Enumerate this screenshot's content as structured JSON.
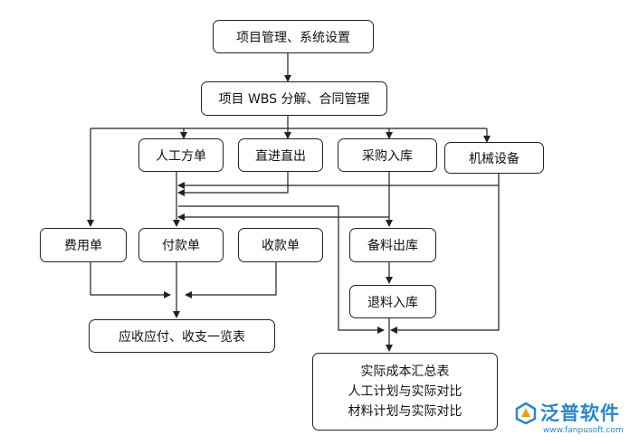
{
  "nodes": {
    "project_mgmt": "项目管理、系统设置",
    "wbs": "项目 WBS 分解、合同管理",
    "labor": "人工方单",
    "direct": "直进直出",
    "purchase": "采购入库",
    "machine": "机械设备",
    "expense": "费用单",
    "payment": "付款单",
    "receipt": "收款单",
    "stock_out": "备料出库",
    "return_in": "退料入库",
    "summary_table": "应收应付、收支一览表",
    "cost_summary": {
      "line1": "实际成本汇总表",
      "line2": "人工计划与实际对比",
      "line3": "材料计划与实际对比"
    }
  },
  "watermark": {
    "brand": "泛普软件",
    "url": "www.fanpusoft.com",
    "color": "#2a86c8"
  },
  "colors": {
    "line": "#222222"
  }
}
